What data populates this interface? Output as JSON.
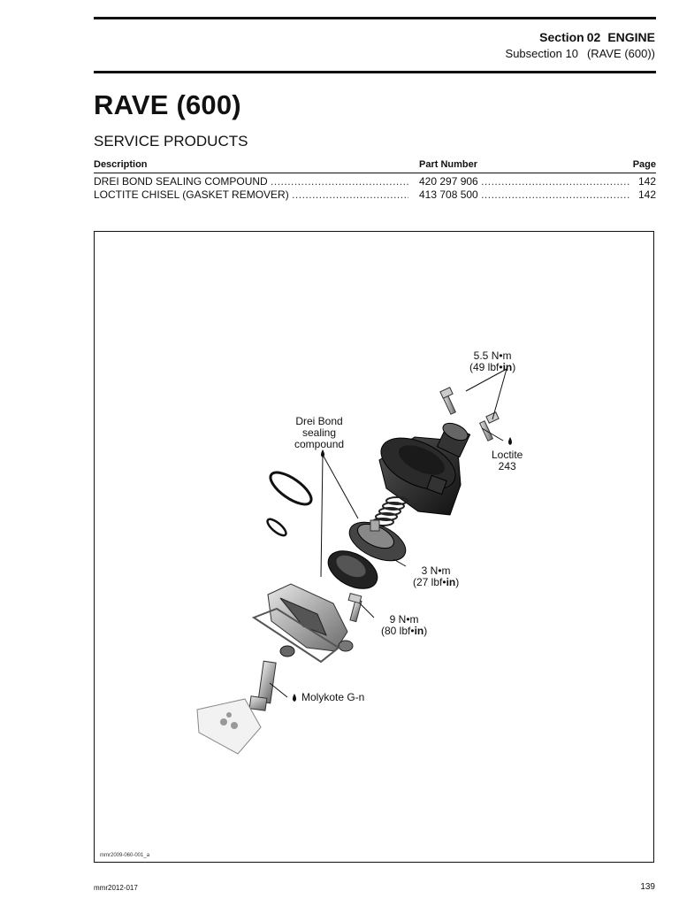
{
  "header": {
    "section_label": "Section",
    "section_number": "02",
    "section_name": "ENGINE",
    "subsection_label": "Subsection 10",
    "subsection_name": "(RAVE (600))"
  },
  "title": "RAVE (600)",
  "service_products": {
    "heading": "SERVICE PRODUCTS",
    "columns": [
      "Description",
      "Part Number",
      "Page"
    ],
    "rows": [
      {
        "description": "DREI BOND SEALING COMPOUND",
        "part_number": "420 297 906",
        "page": "142"
      },
      {
        "description": "LOCTITE CHISEL (GASKET REMOVER)",
        "part_number": "413 708 500",
        "page": "142"
      }
    ]
  },
  "figure": {
    "callouts": {
      "torque_5_5": {
        "line1": "5.5 N•m",
        "line2_prefix": "(49 lbf•",
        "line2_bold": "in",
        "line2_suffix": ")"
      },
      "drei_bond": {
        "line1": "Drei Bond",
        "line2": "sealing",
        "line3": "compound"
      },
      "loctite": {
        "line1": "Loctite",
        "line2": "243"
      },
      "torque_3": {
        "line1": "3 N•m",
        "line2_prefix": "(27 lbf•",
        "line2_bold": "in",
        "line2_suffix": ")"
      },
      "torque_9": {
        "line1": "9 N•m",
        "line2_prefix": "(80 lbf•",
        "line2_bold": "in",
        "line2_suffix": ")"
      },
      "molykote": {
        "text": "Molykote G-n"
      }
    },
    "figure_id": "mmr2009-060-001_a"
  },
  "footer": {
    "code": "mmr2012-017",
    "page_number": "139"
  }
}
